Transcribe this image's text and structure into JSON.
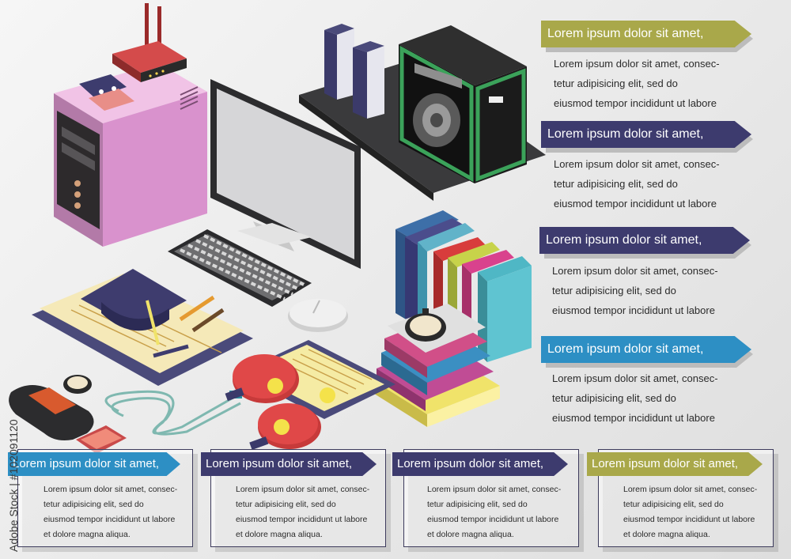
{
  "colors": {
    "olive": "#a9a84a",
    "indigo": "#3d3b6e",
    "blue": "#2d8fc4",
    "pink": "#d88fc6",
    "green": "#3fa24e"
  },
  "right_panels": [
    {
      "heading": "Lorem ipsum dolor sit amet,",
      "lines": [
        "Lorem ipsum dolor sit amet, consec-",
        "tetur adipisicing elit, sed do",
        "eiusmod tempor incididunt ut labore"
      ]
    },
    {
      "heading": "Lorem ipsum dolor sit amet,",
      "lines": [
        "Lorem ipsum dolor sit amet, consec-",
        "tetur adipisicing elit, sed do",
        "eiusmod tempor incididunt ut labore"
      ]
    },
    {
      "heading": "Lorem ipsum dolor sit amet,",
      "lines": [
        "Lorem ipsum dolor sit amet, consec-",
        "tetur adipisicing elit, sed do",
        "eiusmod tempor incididunt ut labore"
      ]
    },
    {
      "heading": "Lorem ipsum dolor sit amet,",
      "lines": [
        "Lorem ipsum dolor sit amet, consec-",
        "tetur adipisicing elit, sed do",
        "eiusmod tempor incididunt ut labore"
      ]
    }
  ],
  "bottom_panels": [
    {
      "heading": "Lorem ipsum dolor sit amet,",
      "lines": [
        "Lorem ipsum dolor sit amet, consec-",
        "tetur adipisicing elit, sed do",
        "eiusmod tempor incididunt ut labore",
        "et dolore magna aliqua."
      ]
    },
    {
      "heading": "Lorem ipsum dolor sit amet,",
      "lines": [
        "Lorem ipsum dolor sit amet, consec-",
        "tetur adipisicing elit, sed do",
        "eiusmod tempor incididunt ut labore",
        "et dolore magna aliqua."
      ]
    },
    {
      "heading": "Lorem ipsum dolor sit amet,",
      "lines": [
        "Lorem ipsum dolor sit amet, consec-",
        "tetur adipisicing elit, sed do",
        "eiusmod tempor incididunt ut labore",
        "et dolore magna aliqua."
      ]
    },
    {
      "heading": "Lorem ipsum dolor sit amet,",
      "lines": [
        "Lorem ipsum dolor sit amet, consec-",
        "tetur adipisicing elit, sed do",
        "eiusmod tempor incididunt ut labore",
        "et dolore magna aliqua."
      ]
    }
  ],
  "watermark": {
    "side_text": "Adobe Stock | #102091120"
  },
  "illustration": {
    "items": [
      "computer-tower",
      "router",
      "cassette-tapes",
      "monitor",
      "keyboard",
      "mouse",
      "speaker",
      "binders",
      "book-stack",
      "graduation-cap",
      "papers",
      "pencils",
      "stopwatch",
      "game-console",
      "earphones",
      "ping-pong-paddles",
      "ping-pong-balls",
      "clipboard",
      "phone"
    ]
  }
}
